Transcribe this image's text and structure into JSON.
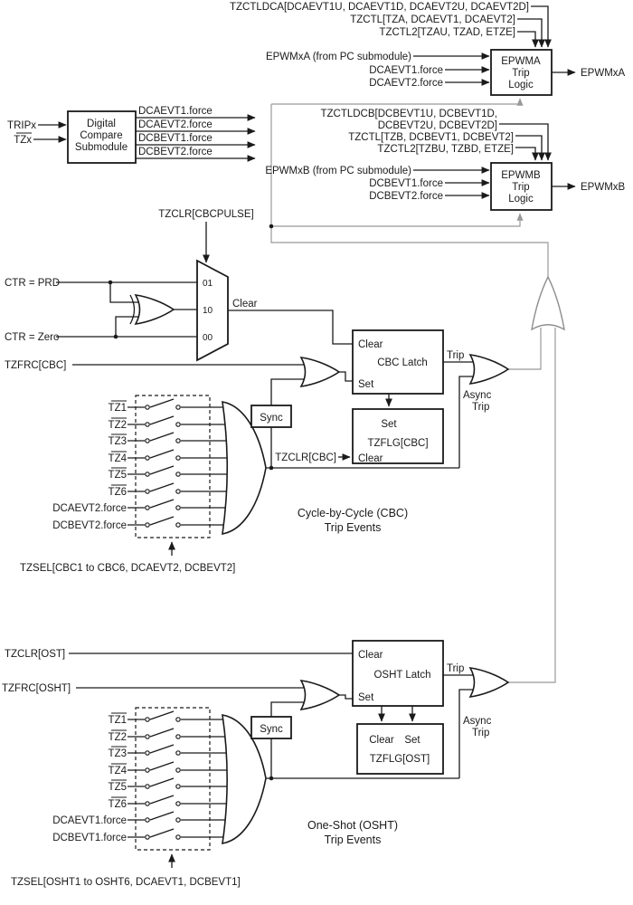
{
  "colors": {
    "background": "#ffffff",
    "line": "#1a1a1a",
    "trace_gray": "#999999"
  },
  "epwma": {
    "config": [
      "TZCTLDCA[DCAEVT1U, DCAEVT1D, DCAEVT2U, DCAEVT2D]",
      "TZCTL[TZA, DCAEVT1, DCAEVT2]",
      "TZCTL2[TZAU, TZAD, ETZE]"
    ],
    "inputs": [
      "EPWMxA (from PC submodule)",
      "DCAEVT1.force",
      "DCAEVT2.force"
    ],
    "box": [
      "EPWMA",
      "Trip",
      "Logic"
    ],
    "output": "EPWMxA"
  },
  "epwmb": {
    "config": [
      "TZCTLDCB[DCBEVT1U, DCBEVT1D,",
      "DCBEVT2U, DCBEVT2D]",
      "TZCTL[TZB, DCBEVT1, DCBEVT2]",
      "TZCTL2[TZBU, TZBD, ETZE]"
    ],
    "inputs": [
      "EPWMxB (from PC submodule)",
      "DCBEVT1.force",
      "DCBEVT2.force"
    ],
    "box": [
      "EPWMB",
      "Trip",
      "Logic"
    ],
    "output": "EPWMxB"
  },
  "digital_compare": {
    "inputs": [
      "TRIPx",
      "TZx"
    ],
    "box": [
      "Digital",
      "Compare",
      "Submodule"
    ],
    "outputs": [
      "DCAEVT1.force",
      "DCAEVT2.force",
      "DCBEVT1.force",
      "DCBEVT2.force"
    ]
  },
  "cbc": {
    "select_label": "TZCLR[CBCPULSE]",
    "ctr_prd": "CTR = PRD",
    "ctr_zero": "CTR = Zero",
    "mux_options": [
      "01",
      "10",
      "00"
    ],
    "clear_label": "Clear",
    "tzfrc_label": "TZFRC[CBC]",
    "latch": {
      "clear": "Clear",
      "title": "CBC Latch",
      "set": "Set",
      "trip": "Trip"
    },
    "sync_label": "Sync",
    "async_label": [
      "Async",
      "Trip"
    ],
    "flag": {
      "set": "Set",
      "title": "TZFLG[CBC]",
      "clear": "Clear"
    },
    "tzclr_flag_label": "TZCLR[CBC]",
    "trip_inputs": [
      "TZ1",
      "TZ2",
      "TZ3",
      "TZ4",
      "TZ5",
      "TZ6",
      "DCAEVT2.force",
      "DCBEVT2.force"
    ],
    "caption": [
      "Cycle-by-Cycle (CBC)",
      "Trip Events"
    ],
    "tzsel_label": "TZSEL[CBC1 to CBC6, DCAEVT2, DCBEVT2]"
  },
  "osht": {
    "tzclr_label": "TZCLR[OST]",
    "tzfrc_label": "TZFRC[OSHT]",
    "latch": {
      "clear": "Clear",
      "title": "OSHT Latch",
      "set": "Set",
      "trip": "Trip"
    },
    "sync_label": "Sync",
    "async_label": [
      "Async",
      "Trip"
    ],
    "flag": {
      "clear": "Clear",
      "set": "Set",
      "title": "TZFLG[OST]"
    },
    "trip_inputs": [
      "TZ1",
      "TZ2",
      "TZ3",
      "TZ4",
      "TZ5",
      "TZ6",
      "DCAEVT1.force",
      "DCBEVT1.force"
    ],
    "caption": [
      "One-Shot (OSHT)",
      "Trip Events"
    ],
    "tzsel_label": "TZSEL[OSHT1 to OSHT6, DCAEVT1, DCBEVT1]"
  }
}
